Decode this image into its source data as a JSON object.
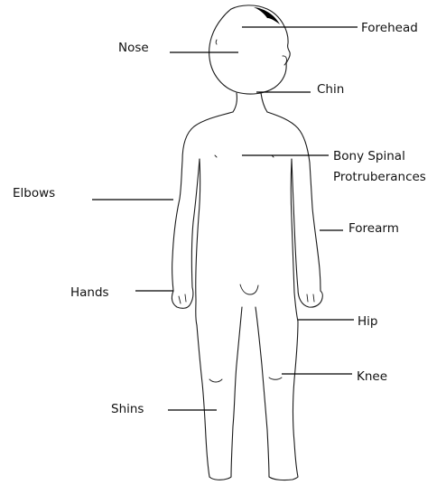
{
  "labels": {
    "forehead": "Forehead",
    "nose": "Nose",
    "chin": "Chin",
    "bony_spinal_line1": "Bony Spinal",
    "bony_spinal_line2": "Protruberances",
    "elbows": "Elbows",
    "forearm": "Forearm",
    "hands": "Hands",
    "hip": "Hip",
    "knee": "Knee",
    "shins": "Shins"
  },
  "colors": {
    "line": "#1a1a1a",
    "text": "#111111",
    "background": "#ffffff"
  }
}
